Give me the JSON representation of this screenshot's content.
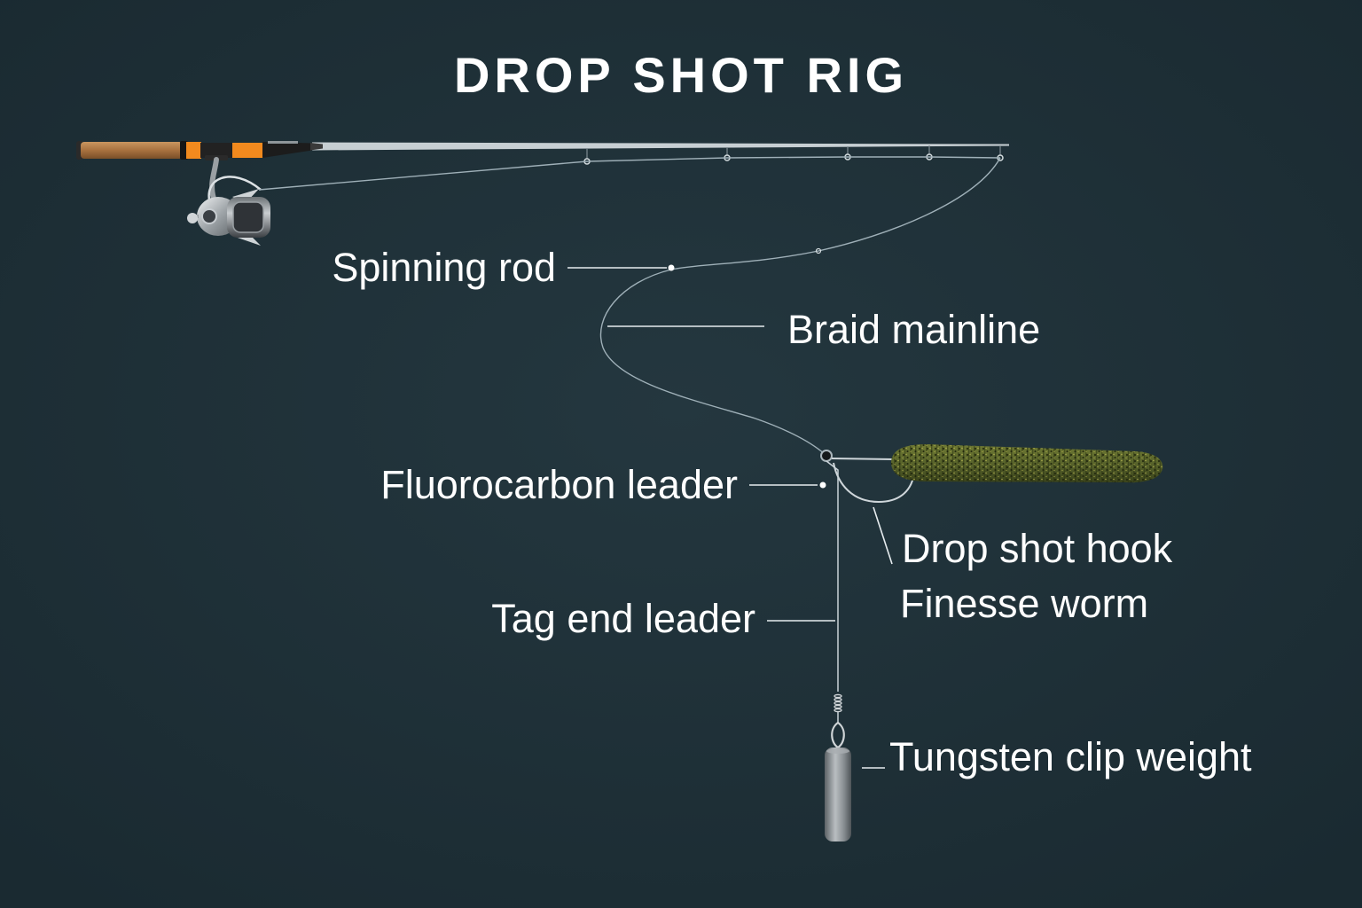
{
  "title": "DROP SHOT RIG",
  "labels": {
    "spinning_rod": "Spinning rod",
    "braid_mainline": "Braid mainline",
    "fluorocarbon_leader": "Fluorocarbon leader",
    "drop_shot_hook": "Drop shot hook",
    "finesse_worm": "Finesse worm",
    "tag_end_leader": "Tag end leader",
    "tungsten_clip_weight": "Tungsten clip weight"
  },
  "colors": {
    "background": "#1e2f37",
    "text": "#ffffff",
    "rod_accent": "#f28a1e",
    "worm": "#5d6a2a",
    "line": "#c9d3d8"
  }
}
